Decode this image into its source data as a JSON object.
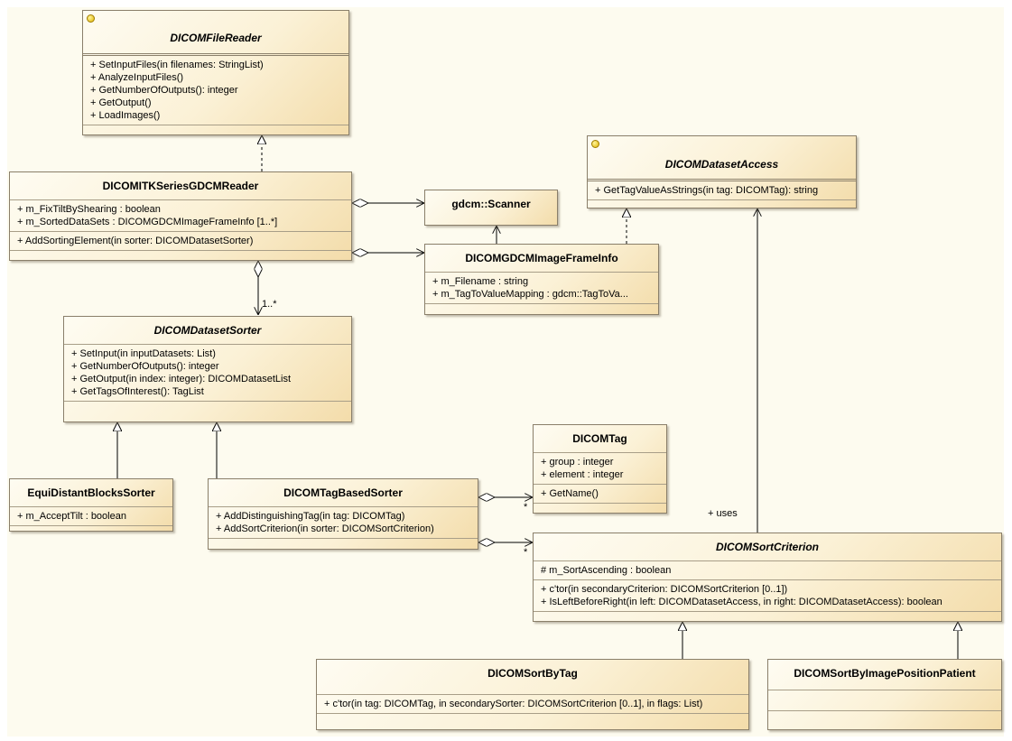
{
  "classes": {
    "file_reader": {
      "name": "DICOMFileReader",
      "ops": [
        "+ SetInputFiles(in filenames: StringList)",
        "+ AnalyzeInputFiles()",
        "+ GetNumberOfOutputs(): integer",
        "+ GetOutput()",
        "+ LoadImages()"
      ]
    },
    "itk_reader": {
      "name": "DICOMITKSeriesGDCMReader",
      "attrs": [
        "+ m_FixTiltByShearing : boolean",
        "+ m_SortedDataSets : DICOMGDCMImageFrameInfo [1..*]"
      ],
      "ops": [
        "+ AddSortingElement(in sorter: DICOMDatasetSorter)"
      ]
    },
    "scanner": {
      "name": "gdcm::Scanner"
    },
    "dataset_access": {
      "name": "DICOMDatasetAccess",
      "ops": [
        "+ GetTagValueAsStrings(in tag: DICOMTag): string"
      ]
    },
    "frame_info": {
      "name": "DICOMGDCMImageFrameInfo",
      "attrs": [
        "+ m_Filename : string",
        "+ m_TagToValueMapping : gdcm::TagToVa..."
      ]
    },
    "dataset_sorter": {
      "name": "DICOMDatasetSorter",
      "ops": [
        "+ SetInput(in inputDatasets: List)",
        "+ GetNumberOfOutputs(): integer",
        "+ GetOutput(in index: integer): DICOMDatasetList",
        "+ GetTagsOfInterest(): TagList"
      ]
    },
    "equidistant": {
      "name": "EquiDistantBlocksSorter",
      "attrs": [
        "+ m_AcceptTilt : boolean"
      ]
    },
    "tag_sorter": {
      "name": "DICOMTagBasedSorter",
      "ops": [
        "+ AddDistinguishingTag(in tag: DICOMTag)",
        "+ AddSortCriterion(in sorter: DICOMSortCriterion)"
      ]
    },
    "dicom_tag": {
      "name": "DICOMTag",
      "attrs": [
        "+ group : integer",
        "+ element : integer"
      ],
      "ops": [
        "+ GetName()"
      ]
    },
    "sort_criterion": {
      "name": "DICOMSortCriterion",
      "attrs": [
        "# m_SortAscending : boolean"
      ],
      "ops": [
        "+ c'tor(in secondaryCriterion: DICOMSortCriterion [0..1])",
        "+ IsLeftBeforeRight(in left: DICOMDatasetAccess, in right: DICOMDatasetAccess): boolean"
      ]
    },
    "sort_by_tag": {
      "name": "DICOMSortByTag",
      "ops": [
        "+ c'tor(in tag: DICOMTag, in secondarySorter: DICOMSortCriterion [0..1], in flags: List)"
      ]
    },
    "sort_by_position": {
      "name": "DICOMSortByImagePositionPatient"
    }
  },
  "labels": {
    "multiplicity_sorter": "1..*",
    "multiplicity_tag": "*",
    "multiplicity_criterion": "*",
    "uses": "+ uses"
  },
  "colors": {
    "line": "#000000",
    "border": "#8a7f6a",
    "fill_light": "#fefcf2",
    "fill_dark": "#f3dcaa",
    "interface_marker": "#f0c800"
  }
}
